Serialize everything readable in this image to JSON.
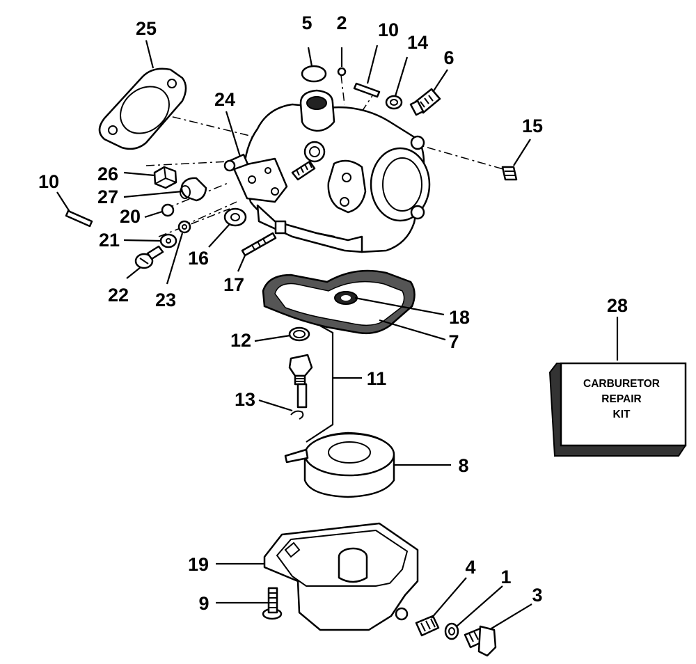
{
  "diagram": {
    "callouts": [
      {
        "id": "c25",
        "label": "25"
      },
      {
        "id": "c5",
        "label": "5"
      },
      {
        "id": "c2",
        "label": "2"
      },
      {
        "id": "c10a",
        "label": "10"
      },
      {
        "id": "c14",
        "label": "14"
      },
      {
        "id": "c6",
        "label": "6"
      },
      {
        "id": "c15",
        "label": "15"
      },
      {
        "id": "c24",
        "label": "24"
      },
      {
        "id": "c10b",
        "label": "10"
      },
      {
        "id": "c26",
        "label": "26"
      },
      {
        "id": "c27",
        "label": "27"
      },
      {
        "id": "c20",
        "label": "20"
      },
      {
        "id": "c21",
        "label": "21"
      },
      {
        "id": "c22",
        "label": "22"
      },
      {
        "id": "c23",
        "label": "23"
      },
      {
        "id": "c16",
        "label": "16"
      },
      {
        "id": "c17",
        "label": "17"
      },
      {
        "id": "c18",
        "label": "18"
      },
      {
        "id": "c7",
        "label": "7"
      },
      {
        "id": "c12",
        "label": "12"
      },
      {
        "id": "c11",
        "label": "11"
      },
      {
        "id": "c13",
        "label": "13"
      },
      {
        "id": "c8",
        "label": "8"
      },
      {
        "id": "c19",
        "label": "19"
      },
      {
        "id": "c9",
        "label": "9"
      },
      {
        "id": "c4",
        "label": "4"
      },
      {
        "id": "c1",
        "label": "1"
      },
      {
        "id": "c3",
        "label": "3"
      },
      {
        "id": "c28",
        "label": "28"
      }
    ],
    "kit_box": {
      "line1": "CARBURETOR",
      "line2": "REPAIR",
      "line3": "KIT"
    }
  }
}
